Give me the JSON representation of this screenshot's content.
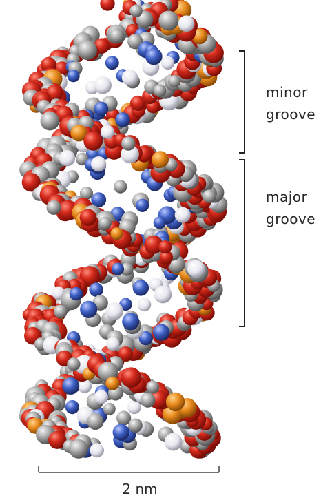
{
  "labels": {
    "minor_line1": "minor",
    "minor_line2": "groove",
    "major_line1": "major",
    "major_line2": "groove",
    "scale": "2 nm"
  },
  "atom_colors": {
    "oxygen": "#d42a1c",
    "carbon": "#a8a8a8",
    "nitrogen": "#3d5fc4",
    "phosphorus": "#e88a1c",
    "hydrogen": "#f2f2f2"
  },
  "icons": [
    "dna-helix-space-filling-model"
  ]
}
